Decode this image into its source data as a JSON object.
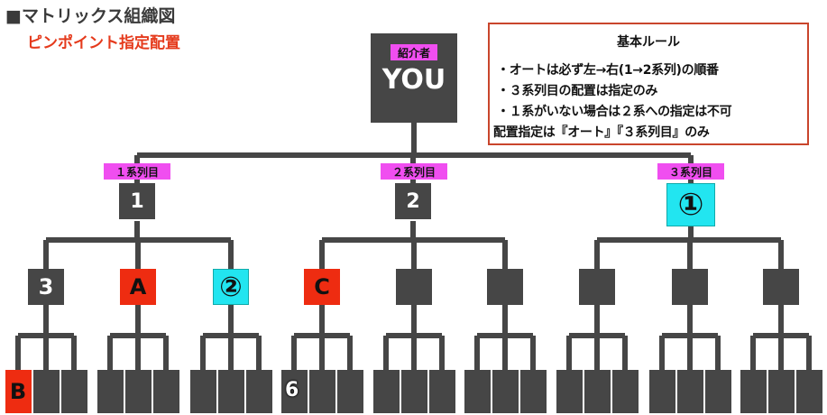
{
  "header": {
    "title": "■マトリックス組織図",
    "subtitle": "ピンポイント指定配置"
  },
  "rules": {
    "title": "基本ルール",
    "items": [
      "・オートは必ず左→右(1→2系列)の順番",
      "・３系列目の配置は指定のみ",
      "・１系がいない場合は２系への指定は不可",
      "配置指定は『オート』『３系列目』のみ"
    ]
  },
  "root": {
    "tag": "紹介者",
    "label": "YOU"
  },
  "level1": [
    {
      "tag": "１系列目",
      "label": "1",
      "style": "dark"
    },
    {
      "tag": "２系列目",
      "label": "2",
      "style": "dark"
    },
    {
      "tag": "３系列目",
      "label": "①",
      "style": "cyan"
    }
  ],
  "level2": [
    {
      "label": "3",
      "style": "dark"
    },
    {
      "label": "A",
      "style": "red"
    },
    {
      "label": "②",
      "style": "cyan"
    },
    {
      "label": "C",
      "style": "red"
    },
    {
      "label": "",
      "style": "dark"
    },
    {
      "label": "",
      "style": "dark"
    },
    {
      "label": "",
      "style": "dark"
    },
    {
      "label": "",
      "style": "dark"
    },
    {
      "label": "",
      "style": "dark"
    }
  ],
  "level3": [
    {
      "label": "B",
      "style": "red"
    },
    {
      "label": "",
      "style": "dark"
    },
    {
      "label": "",
      "style": "dark"
    },
    {
      "label": "",
      "style": "dark"
    },
    {
      "label": "",
      "style": "dark"
    },
    {
      "label": "",
      "style": "dark"
    },
    {
      "label": "",
      "style": "dark"
    },
    {
      "label": "",
      "style": "dark"
    },
    {
      "label": "",
      "style": "dark"
    },
    {
      "label": "",
      "style": "dark"
    },
    {
      "label": "",
      "style": "dark"
    },
    {
      "label": "",
      "style": "dark"
    },
    {
      "label": "",
      "style": "dark"
    },
    {
      "label": "",
      "style": "dark"
    },
    {
      "label": "",
      "style": "dark"
    },
    {
      "label": "",
      "style": "dark"
    },
    {
      "label": "",
      "style": "dark"
    },
    {
      "label": "",
      "style": "dark"
    },
    {
      "label": "",
      "style": "dark"
    },
    {
      "label": "",
      "style": "dark"
    },
    {
      "label": "",
      "style": "dark"
    },
    {
      "label": "",
      "style": "dark"
    },
    {
      "label": "",
      "style": "dark"
    },
    {
      "label": "",
      "style": "dark"
    },
    {
      "label": "",
      "style": "dark"
    },
    {
      "label": "",
      "style": "dark"
    },
    {
      "label": "",
      "style": "dark"
    }
  ],
  "annotations": {
    "number_6": "6"
  },
  "colors": {
    "node": "#464646",
    "line": "#464646",
    "tag": "#f04ef0",
    "highlight_red": "#ee2c11",
    "highlight_cyan": "#22e5f0",
    "rule_border": "#c9452c"
  }
}
